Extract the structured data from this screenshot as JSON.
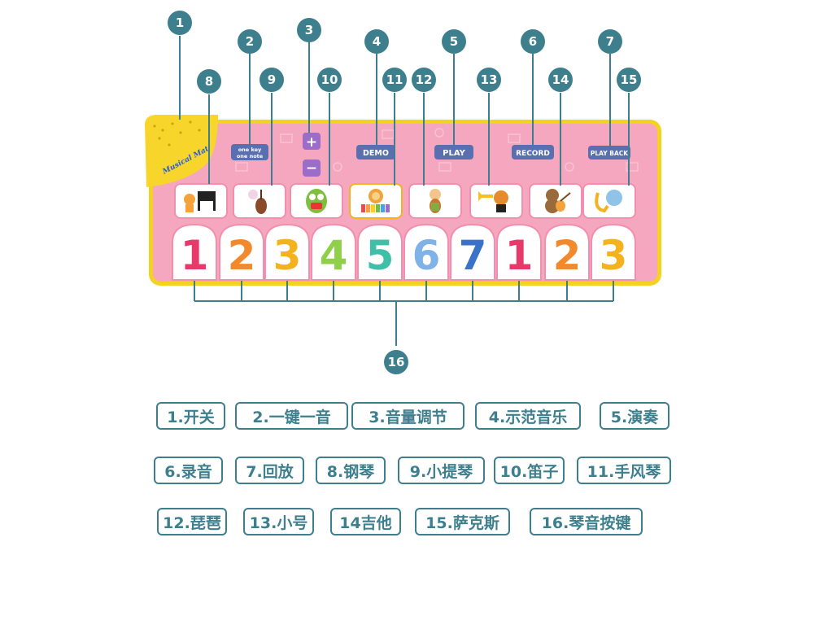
{
  "mat": {
    "brand": "Musical Mat",
    "buttons": {
      "one_key_line1": "one key",
      "one_key_line2": "one note",
      "plus": "+",
      "minus": "−",
      "demo": "DEMO",
      "play": "PLAY",
      "record": "RECORD",
      "playback": "PLAY BACK"
    },
    "instruments": [
      "piano",
      "violin",
      "accordion",
      "xylophone",
      "pipa",
      "trumpet",
      "guitar",
      "saxophone"
    ],
    "keys": [
      "1",
      "2",
      "3",
      "4",
      "5",
      "6",
      "7",
      "1",
      "2",
      "3"
    ],
    "colors": {
      "mat_frame": "#f4d21f",
      "mat_pink": "#f4a7be",
      "callout": "#3e7f8e",
      "button_blue": "#5a6fb0",
      "button_purple": "#9b6cc8"
    }
  },
  "callouts": [
    "1",
    "2",
    "3",
    "4",
    "5",
    "6",
    "7",
    "8",
    "9",
    "10",
    "11",
    "12",
    "13",
    "14",
    "15",
    "16"
  ],
  "legend": [
    "1.开关",
    "2.一键一音",
    "3.音量调节",
    "4.示范音乐",
    "5.演奏",
    "6.录音",
    "7.回放",
    "8.钢琴",
    "9.小提琴",
    "10.笛子",
    "11.手风琴",
    "12.琵琶",
    "13.小号",
    "14吉他",
    "15.萨克斯",
    "16.琴音按键"
  ]
}
